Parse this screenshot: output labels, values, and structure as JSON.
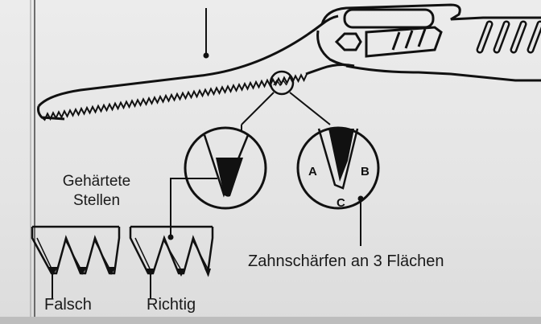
{
  "labels": {
    "hardened_spots": [
      "Gehärtete",
      "Stellen"
    ],
    "wrong": "Falsch",
    "right": "Richtig",
    "sharpening_caption": "Zahnschärfen an 3 Flächen"
  },
  "faces": {
    "a": "A",
    "b": "B",
    "c": "C"
  }
}
